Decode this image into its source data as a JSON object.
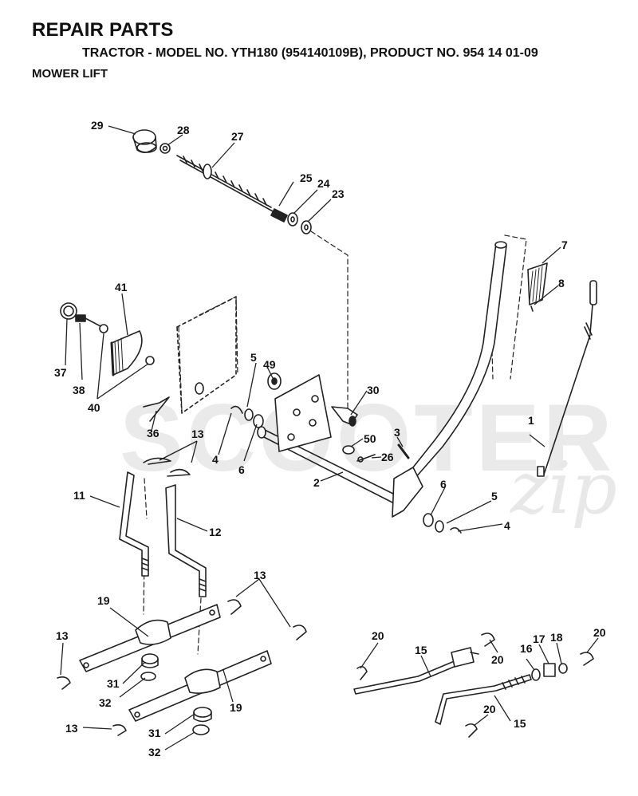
{
  "header": {
    "title": "REPAIR PARTS",
    "subtitle": "TRACTOR - MODEL NO. YTH180 (954140109B), PRODUCT NO. 954 14 01-09",
    "section": "MOWER LIFT"
  },
  "watermark": {
    "main": "SCOOTER",
    "script": "zip"
  },
  "callouts": [
    "29",
    "28",
    "27",
    "25",
    "24",
    "23",
    "7",
    "8",
    "41",
    "37",
    "38",
    "40",
    "5",
    "49",
    "30",
    "36",
    "4",
    "6",
    "1",
    "13",
    "50",
    "3",
    "26",
    "2",
    "11",
    "12",
    "6",
    "5",
    "4",
    "13",
    "19",
    "13",
    "31",
    "32",
    "19",
    "13",
    "31",
    "32",
    "20",
    "15",
    "20",
    "16",
    "17",
    "18",
    "20",
    "20",
    "15"
  ]
}
